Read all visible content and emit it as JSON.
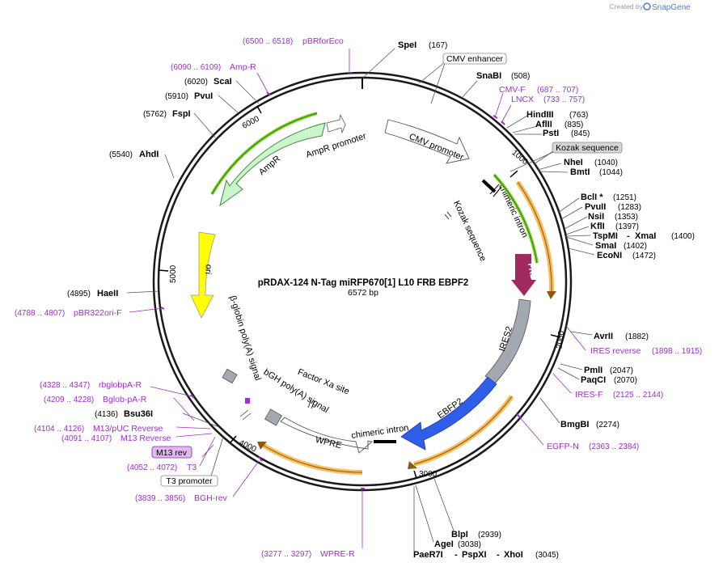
{
  "brand": {
    "created_by": "Created by",
    "app": "SnapGene"
  },
  "plasmid": {
    "name": "pRDAX-124   N-Tag miRFP670[1] L10 FRB EBPF2",
    "size": "6572 bp"
  },
  "ticks": [
    "1000",
    "2000",
    "3000",
    "4000",
    "5000",
    "6000"
  ],
  "sites": {
    "spei": {
      "name": "SpeI",
      "pos": "(167)"
    },
    "snabi": {
      "name": "SnaBI",
      "pos": "(508)"
    },
    "hindiii": {
      "name": "HindIII",
      "pos": "(763)"
    },
    "aflii": {
      "name": "AflII",
      "pos": "(835)"
    },
    "psti": {
      "name": "PstI",
      "pos": "(845)"
    },
    "nhei": {
      "name": "NheI",
      "pos": "(1040)"
    },
    "bmti": {
      "name": "BmtI",
      "pos": "(1044)"
    },
    "bcli": {
      "name": "BclI *",
      "pos": "(1251)"
    },
    "pvuii": {
      "name": "PvuII",
      "pos": "(1283)"
    },
    "nsii": {
      "name": "NsiI",
      "pos": "(1353)"
    },
    "kfli": {
      "name": "KflI",
      "pos": "(1397)"
    },
    "tspmi": {
      "name": "TspMI",
      "sep": "-",
      "name2": "XmaI",
      "pos": "(1400)"
    },
    "smai": {
      "name": "SmaI",
      "pos": "(1402)"
    },
    "econi": {
      "name": "EcoNI",
      "pos": "(1472)"
    },
    "avrii": {
      "name": "AvrII",
      "pos": "(1882)"
    },
    "pmli": {
      "name": "PmlI",
      "pos": "(2047)"
    },
    "paqci": {
      "name": "PaqCI",
      "pos": "(2070)"
    },
    "bmgbi": {
      "name": "BmgBI",
      "pos": "(2274)"
    },
    "blpi": {
      "name": "BlpI",
      "pos": "(2939)"
    },
    "agei": {
      "name": "AgeI",
      "pos": "(3038)"
    },
    "paer7i": {
      "name": "PaeR7I",
      "sep1": "-",
      "name2": "PspXI",
      "sep2": "-",
      "name3": "XhoI",
      "pos": "(3045)"
    },
    "bsu36i": {
      "name": "Bsu36I",
      "pos": "(4136)"
    },
    "haeii": {
      "name": "HaeII",
      "pos": "(4895)"
    },
    "ahdi": {
      "name": "AhdI",
      "pos": "(5540)"
    },
    "fspi": {
      "name": "FspI",
      "pos": "(5762)"
    },
    "pvui": {
      "name": "PvuI",
      "pos": "(5910)"
    },
    "scai": {
      "name": "ScaI",
      "pos": "(6020)"
    }
  },
  "primers": {
    "pbrforeco": {
      "range": "(6500 .. 6518)",
      "name": "pBRforEco"
    },
    "ampr": {
      "range": "(6090 .. 6109)",
      "name": "Amp-R"
    },
    "cmvf": {
      "name": "CMV-F",
      "range": "(687 .. 707)"
    },
    "lncx": {
      "name": "LNCX",
      "range": "(733 .. 757)"
    },
    "iresrev": {
      "name": "IRES reverse",
      "range": "(1898 .. 1915)"
    },
    "iresf": {
      "name": "IRES-F",
      "range": "(2125 .. 2144)"
    },
    "egfpn": {
      "name": "EGFP-N",
      "range": "(2363 .. 2384)"
    },
    "wprer": {
      "range": "(3277 .. 3297)",
      "name": "WPRE-R"
    },
    "bghrev": {
      "range": "(3839 .. 3856)",
      "name": "BGH-rev"
    },
    "t3": {
      "range": "(4052 .. 4072)",
      "name": "T3"
    },
    "m13rev": {
      "range": "(4091 .. 4107)",
      "name": "M13 Reverse"
    },
    "m13puc": {
      "range": "(4104 .. 4126)",
      "name": "M13/pUC Reverse"
    },
    "bglob": {
      "range": "(4209 .. 4228)",
      "name": "Bglob-pA-R"
    },
    "rbglob": {
      "range": "(4328 .. 4347)",
      "name": "rbglobpA-R"
    },
    "pbr322": {
      "range": "(4788 .. 4807)",
      "name": "pBR322ori-F"
    }
  },
  "boxed": {
    "cmv_enhancer": "CMV enhancer",
    "kozak": "Kozak sequence",
    "m13rev": "M13 rev",
    "t3promoter": "T3 promoter"
  },
  "features": {
    "cmv_promoter": "CMV promoter",
    "chimeric_intron_top": "chimeric intron",
    "kozak_sequence": "Kozak sequence",
    "frb": "FRB",
    "ires2": "IRES2",
    "ebfp2": "EBFP2",
    "chimeric_intron_bottom": "chimeric intron",
    "wpre": "WPRE",
    "bgh": "bGH poly(A) signal",
    "factor_xa": "Factor Xa site",
    "beta_globin": "β-globin poly(A) signal",
    "ori": "ori",
    "ampr": "AmpR",
    "ampr_promoter": "AmpR promoter"
  },
  "colors": {
    "frb": "#9e2a5e",
    "ebfp2": "#2f5ee8",
    "ires2": "#a2a9b1",
    "ori": "#ffff00",
    "ampr": "#ccf5cc",
    "ampr_border": "#3a8f3a",
    "orange": "#f5a623",
    "green": "#7ed321",
    "primer": "#9b2fd1"
  }
}
